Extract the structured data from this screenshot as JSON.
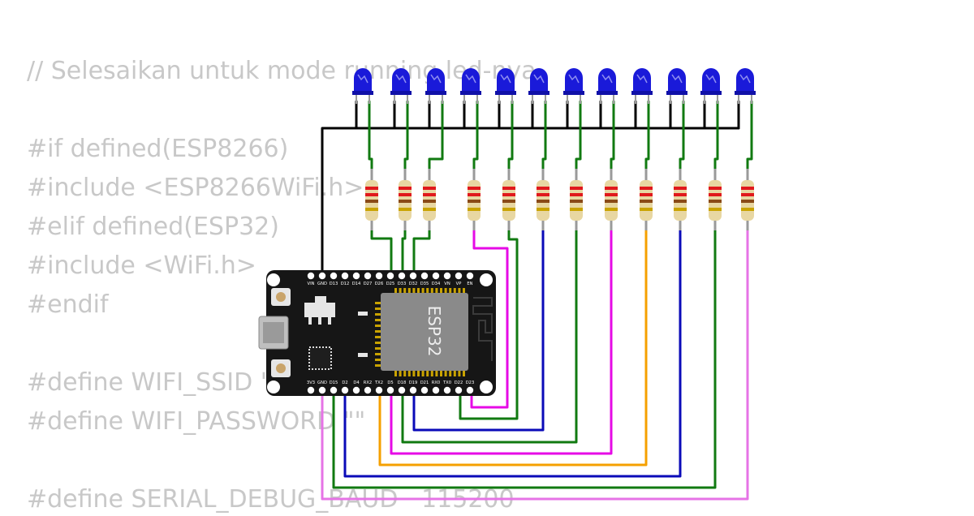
{
  "code_lines": [
    "// Selesaikan untuk mode running led-nya",
    "",
    "#if defined(ESP8266)",
    "#include <ESP8266WiFi.h>",
    "#elif defined(ESP32)",
    "#include <WiFi.h>",
    "#endif",
    "",
    "#define WIFI_SSID \"\"",
    "#define WIFI_PASSWORD \"\"",
    "",
    "#define SERIAL_DEBUG_BAUD   115200"
  ],
  "board": {
    "chip_label": "ESP32",
    "top_pins": [
      "VIN",
      "GND",
      "D13",
      "D12",
      "D14",
      "D27",
      "D26",
      "D25",
      "D33",
      "D32",
      "D35",
      "D34",
      "VN",
      "VP",
      "EN"
    ],
    "bottom_pins": [
      "3V3",
      "GND",
      "D15",
      "D2",
      "D4",
      "RX2",
      "TX2",
      "D5",
      "D18",
      "D19",
      "D21",
      "RX0",
      "TX0",
      "D22",
      "D23"
    ]
  },
  "leds": {
    "count": 12,
    "color": "#1a1ad9"
  },
  "resistors": {
    "count": 12,
    "bands": [
      "#e0191c",
      "#e0191c",
      "#8a4a17"
    ]
  },
  "wires": {
    "ground": "#000000",
    "led_to_resistor": "#117a11",
    "colors": {
      "green": "#117a11",
      "magenta": "#e60ae6",
      "blue": "#0a0ab8",
      "orange": "#f5a000",
      "violet": "#e673e6"
    }
  }
}
